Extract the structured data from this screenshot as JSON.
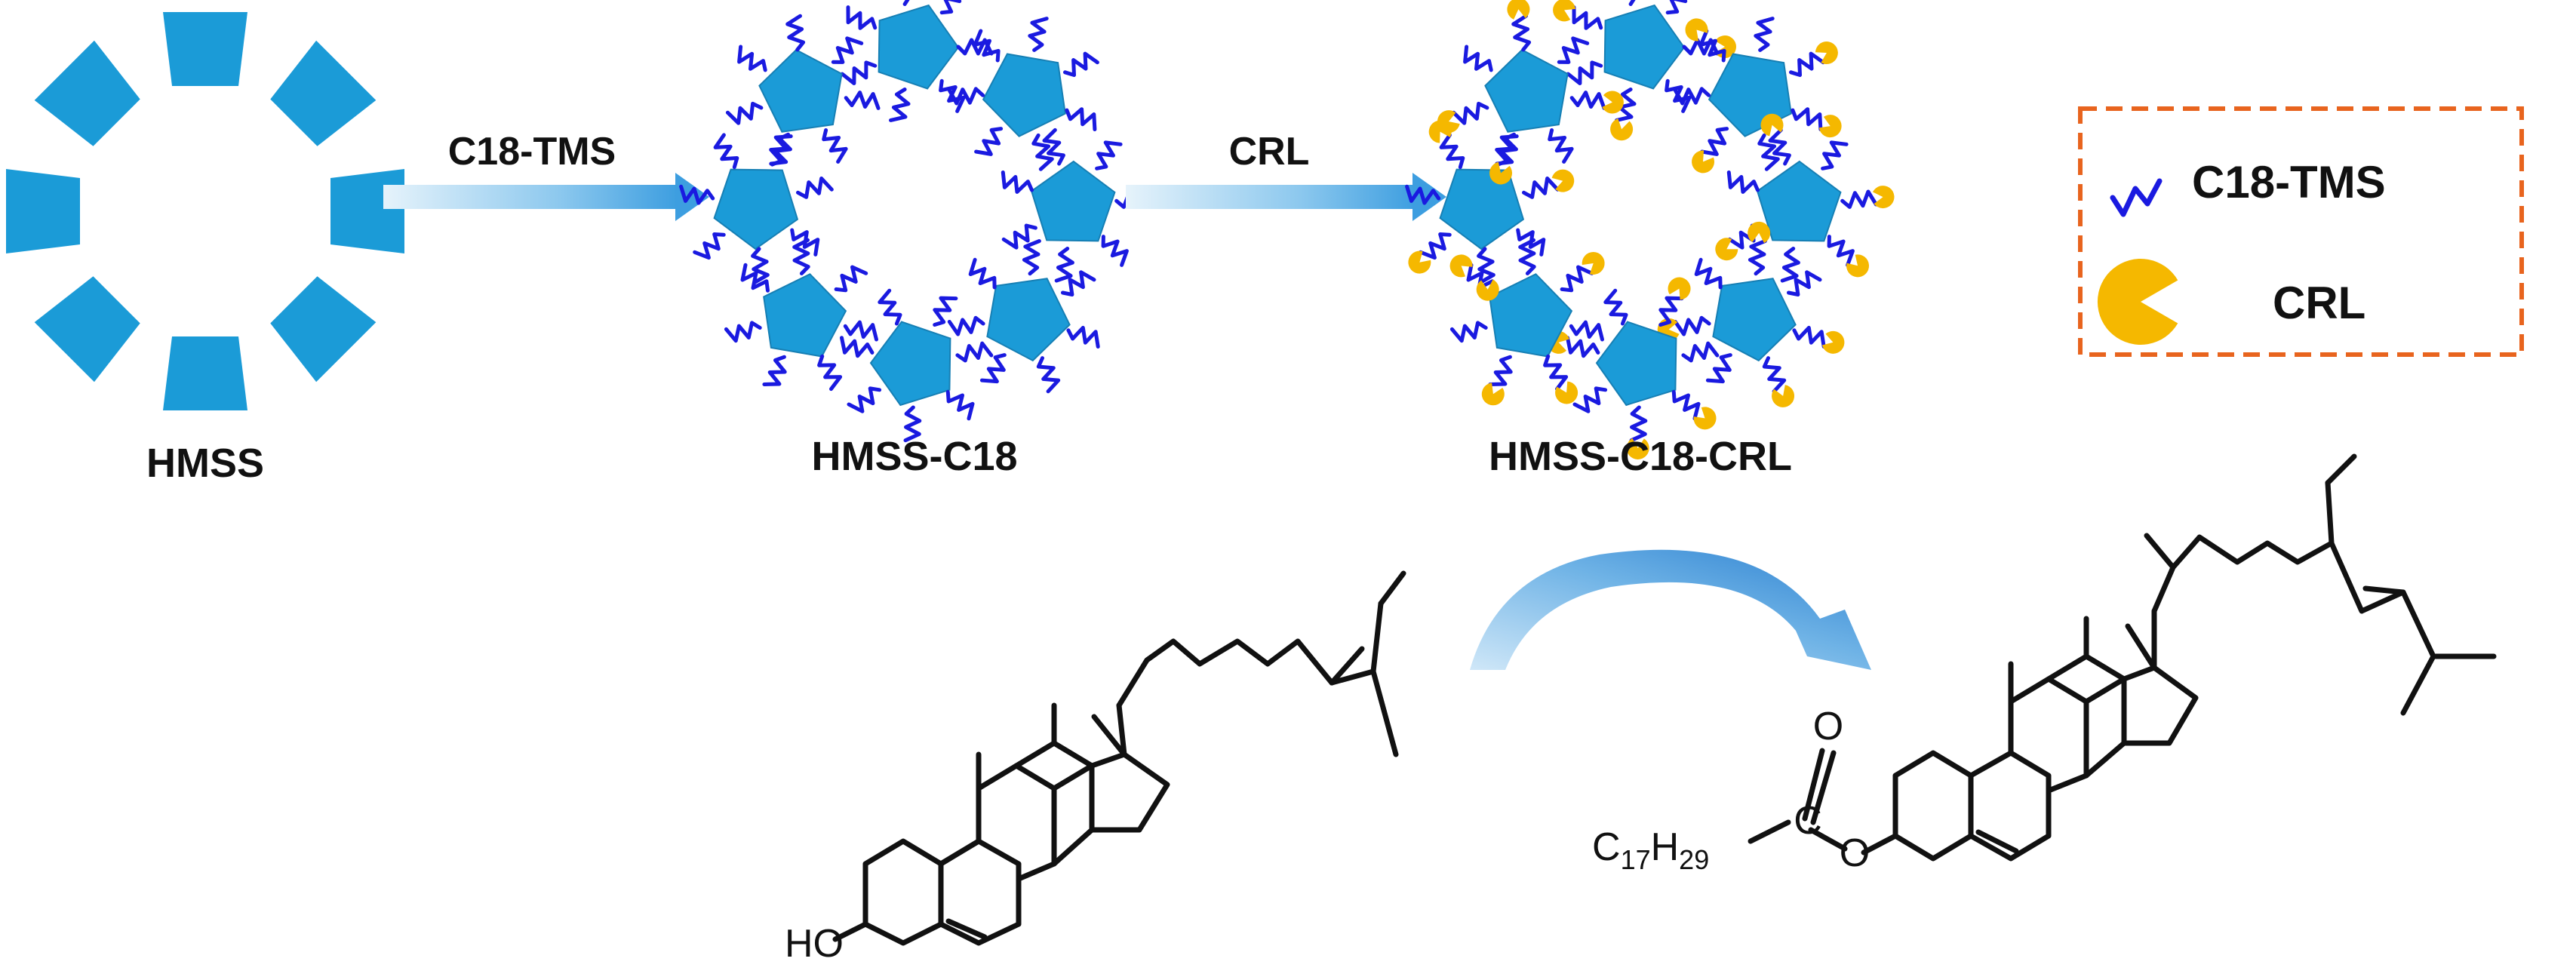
{
  "particles": {
    "hmss": {
      "label": "HMSS"
    },
    "hmss_c18": {
      "label": "HMSS-C18"
    },
    "hmss_c18_crl": {
      "label": "HMSS-C18-CRL"
    }
  },
  "steps": [
    {
      "label": "C18-TMS"
    },
    {
      "label": "CRL"
    }
  ],
  "legend": {
    "items": [
      {
        "icon": "chain-icon",
        "label": "C18-TMS"
      },
      {
        "icon": "pacman-icon",
        "label": "CRL"
      }
    ]
  },
  "reaction": {
    "reactant": {
      "hydroxyl": "HO"
    },
    "product": {
      "carbonyl_oxygen": "O",
      "ester_oxygen": "O",
      "acyl": {
        "c1": "C",
        "s1": "17",
        "c2": "H",
        "s2": "29",
        "carbon": "C"
      }
    }
  },
  "colors": {
    "block": "#1b9bd7",
    "chain": "#1a1ae0",
    "enzyme": "#f5b800",
    "legend_border": "#e8641e",
    "arrow": "#3d9ee0",
    "text": "#111111"
  }
}
